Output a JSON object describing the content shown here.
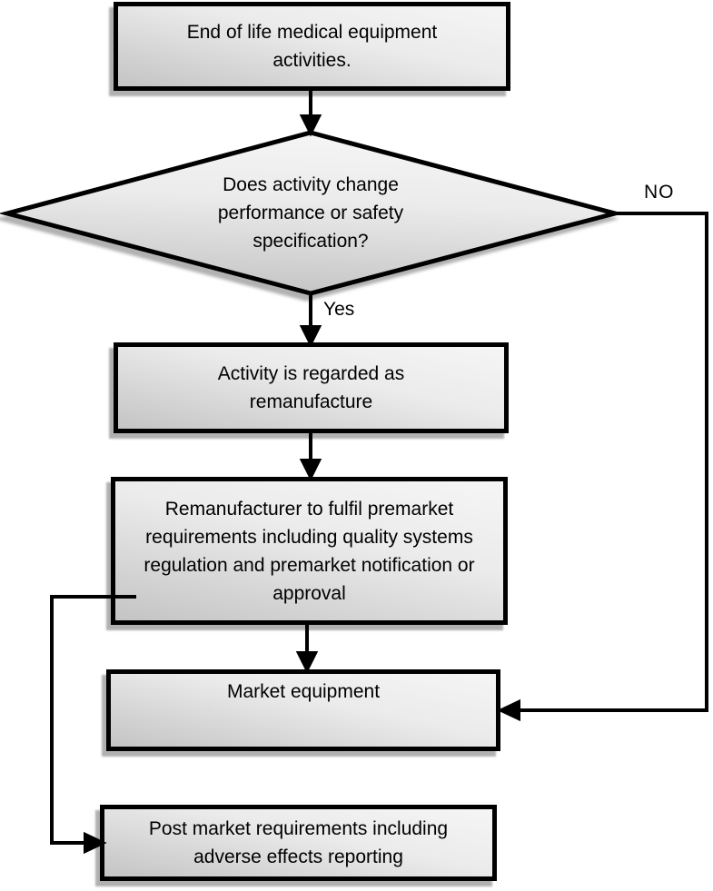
{
  "flowchart": {
    "nodes": {
      "start": {
        "label": "End of life medical equipment activities."
      },
      "decision": {
        "label": "Does activity change performance or safety specification?"
      },
      "remanufacture": {
        "label": "Activity is regarded as remanufacture"
      },
      "premarket": {
        "label": "Remanufacturer to fulfil premarket requirements including quality systems regulation and premarket notification or approval"
      },
      "market": {
        "label": "Market equipment"
      },
      "postmarket": {
        "label": "Post market requirements including adverse effects reporting"
      }
    },
    "branch_labels": {
      "yes": "Yes",
      "no": "NO"
    },
    "colors": {
      "stroke": "#000000",
      "fill_light": "#f5f5f5",
      "fill_dark": "#c4c4c4",
      "shadow": "#b0b0b0"
    }
  }
}
